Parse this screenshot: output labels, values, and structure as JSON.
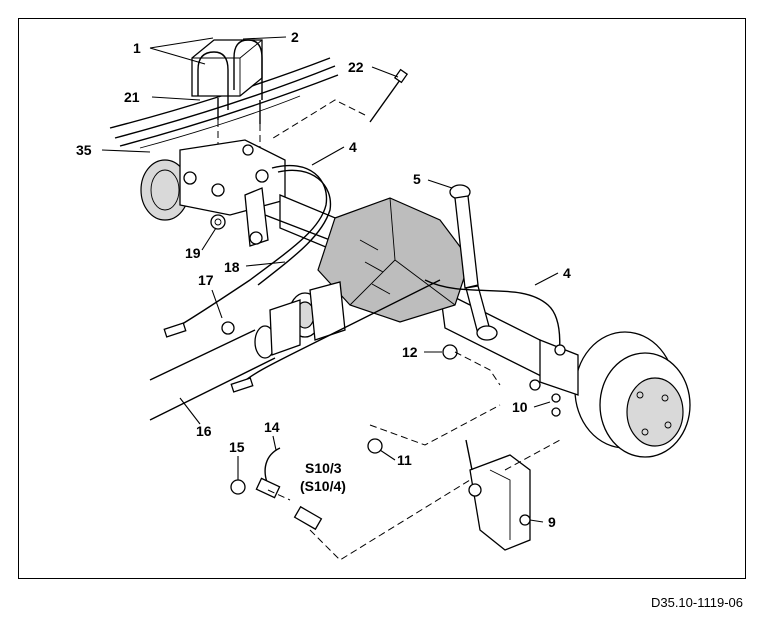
{
  "drawing_reference": "D35.10-1119-06",
  "callouts": {
    "c1": "1",
    "c2": "2",
    "c4a": "4",
    "c4b": "4",
    "c5": "5",
    "c9": "9",
    "c10": "10",
    "c11": "11",
    "c12": "12",
    "c14": "14",
    "c15": "15",
    "c16": "16",
    "c17": "17",
    "c18": "18",
    "c19": "19",
    "c21": "21",
    "c22": "22",
    "c35": "35",
    "s10a": "S10/3",
    "s10b": "(S10/4)"
  }
}
